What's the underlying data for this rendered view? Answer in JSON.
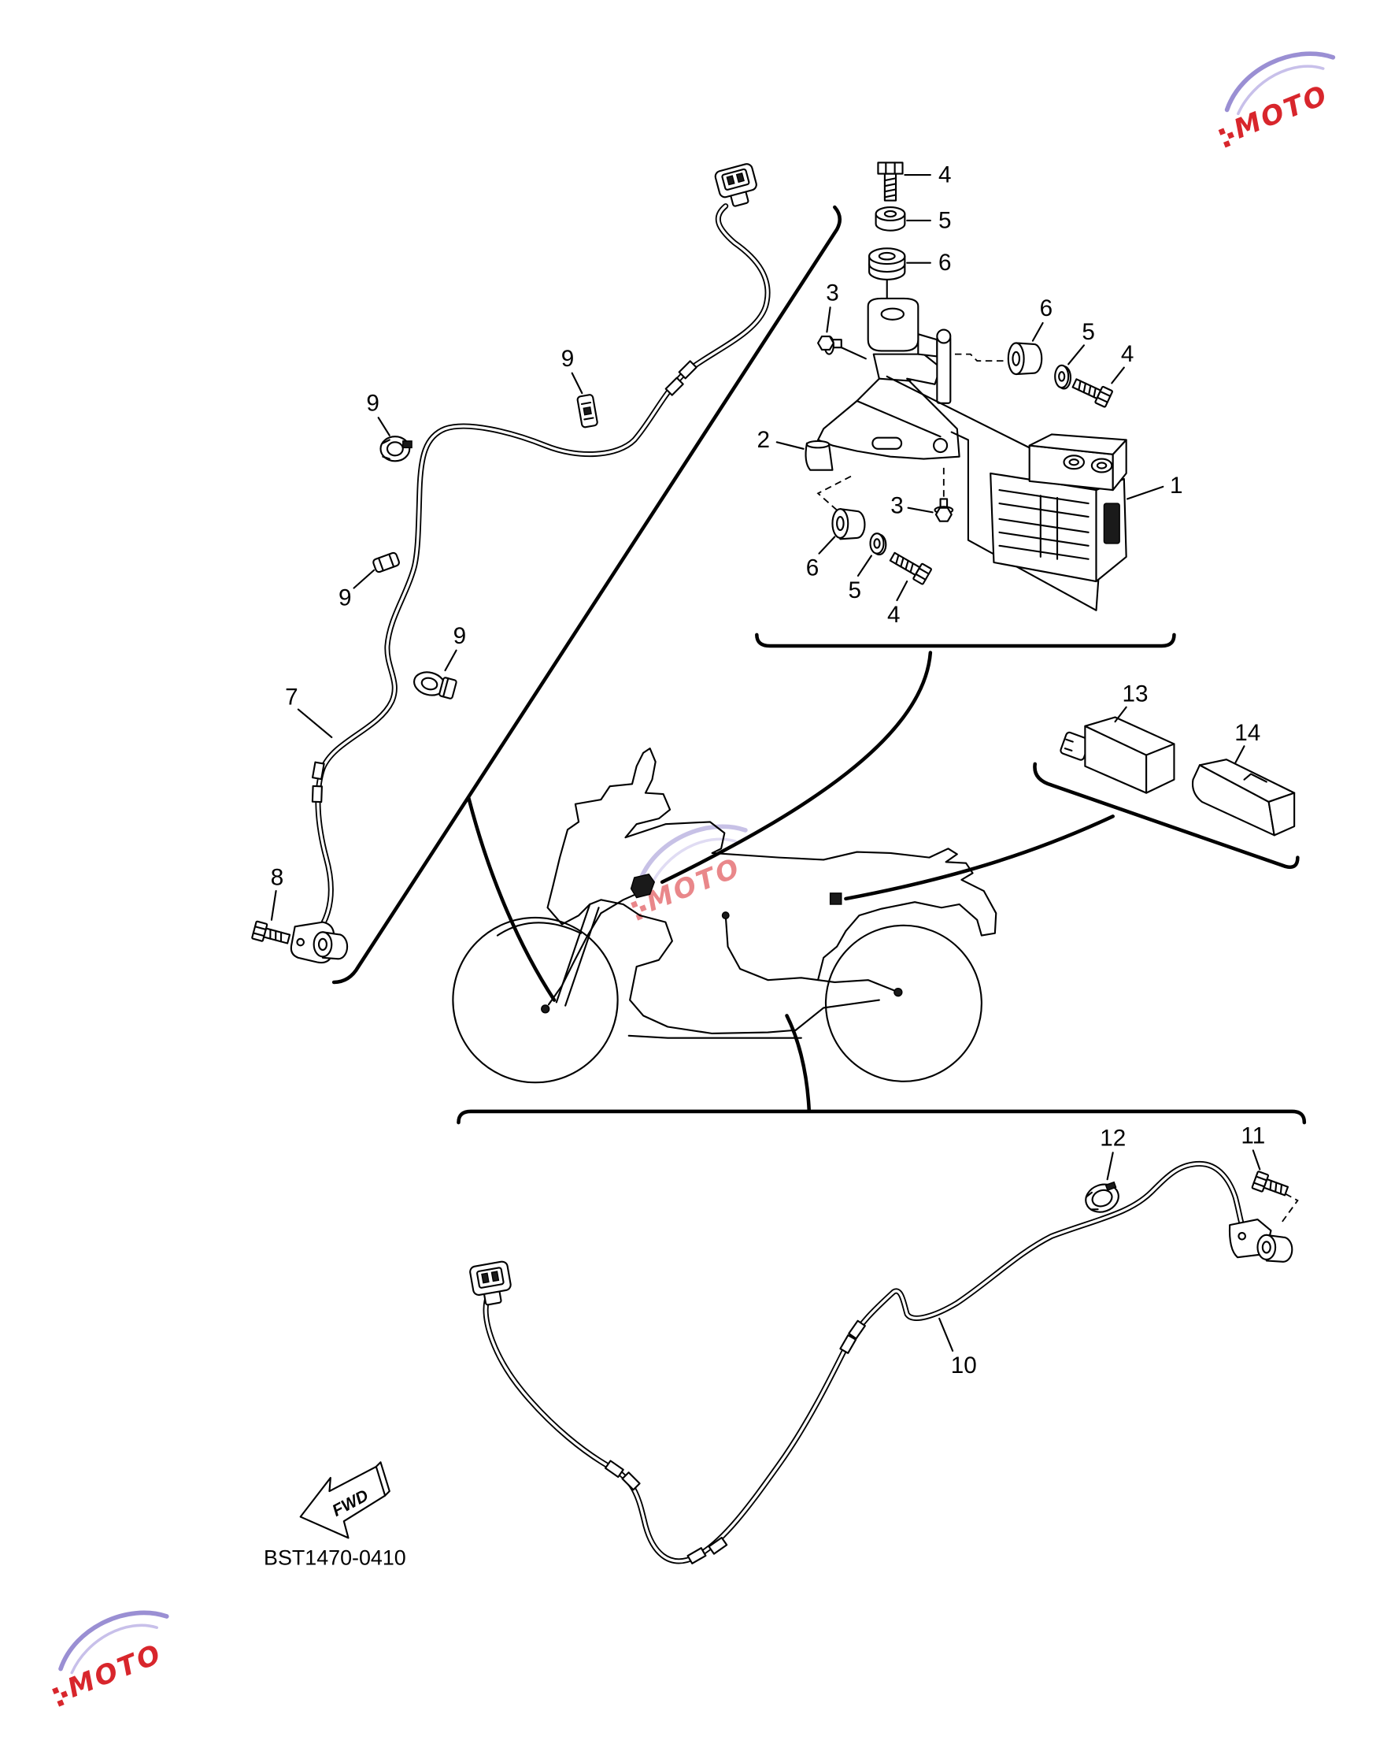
{
  "diagram": {
    "code": "BST1470-0410",
    "direction": "FWD"
  },
  "watermark": {
    "logo_text": "MOTO"
  },
  "colors": {
    "line": "#000000",
    "background": "#ffffff",
    "watermark_red": "#d8262c",
    "watermark_swoosh": "#9a8fd3"
  },
  "callouts": {
    "bolt_top": "4",
    "collar_top": "5",
    "grommet_top": "6",
    "bolt_small_upper": "3",
    "grommet_right": "6",
    "collar_right": "5",
    "bolt_right": "4",
    "bracket": "2",
    "abs_unit": "1",
    "bolt_small_lower": "3",
    "grommet_lower": "6",
    "collar_lower": "5",
    "bolt_lower": "4",
    "clamp_a": "9",
    "clamp_b": "9",
    "clamp_c": "9",
    "clamp_d": "9",
    "front_sensor": "7",
    "front_sensor_bolt": "8",
    "module_a": "13",
    "module_b": "14",
    "rear_clamp": "12",
    "rear_sensor_bolt": "11",
    "rear_sensor": "10"
  }
}
